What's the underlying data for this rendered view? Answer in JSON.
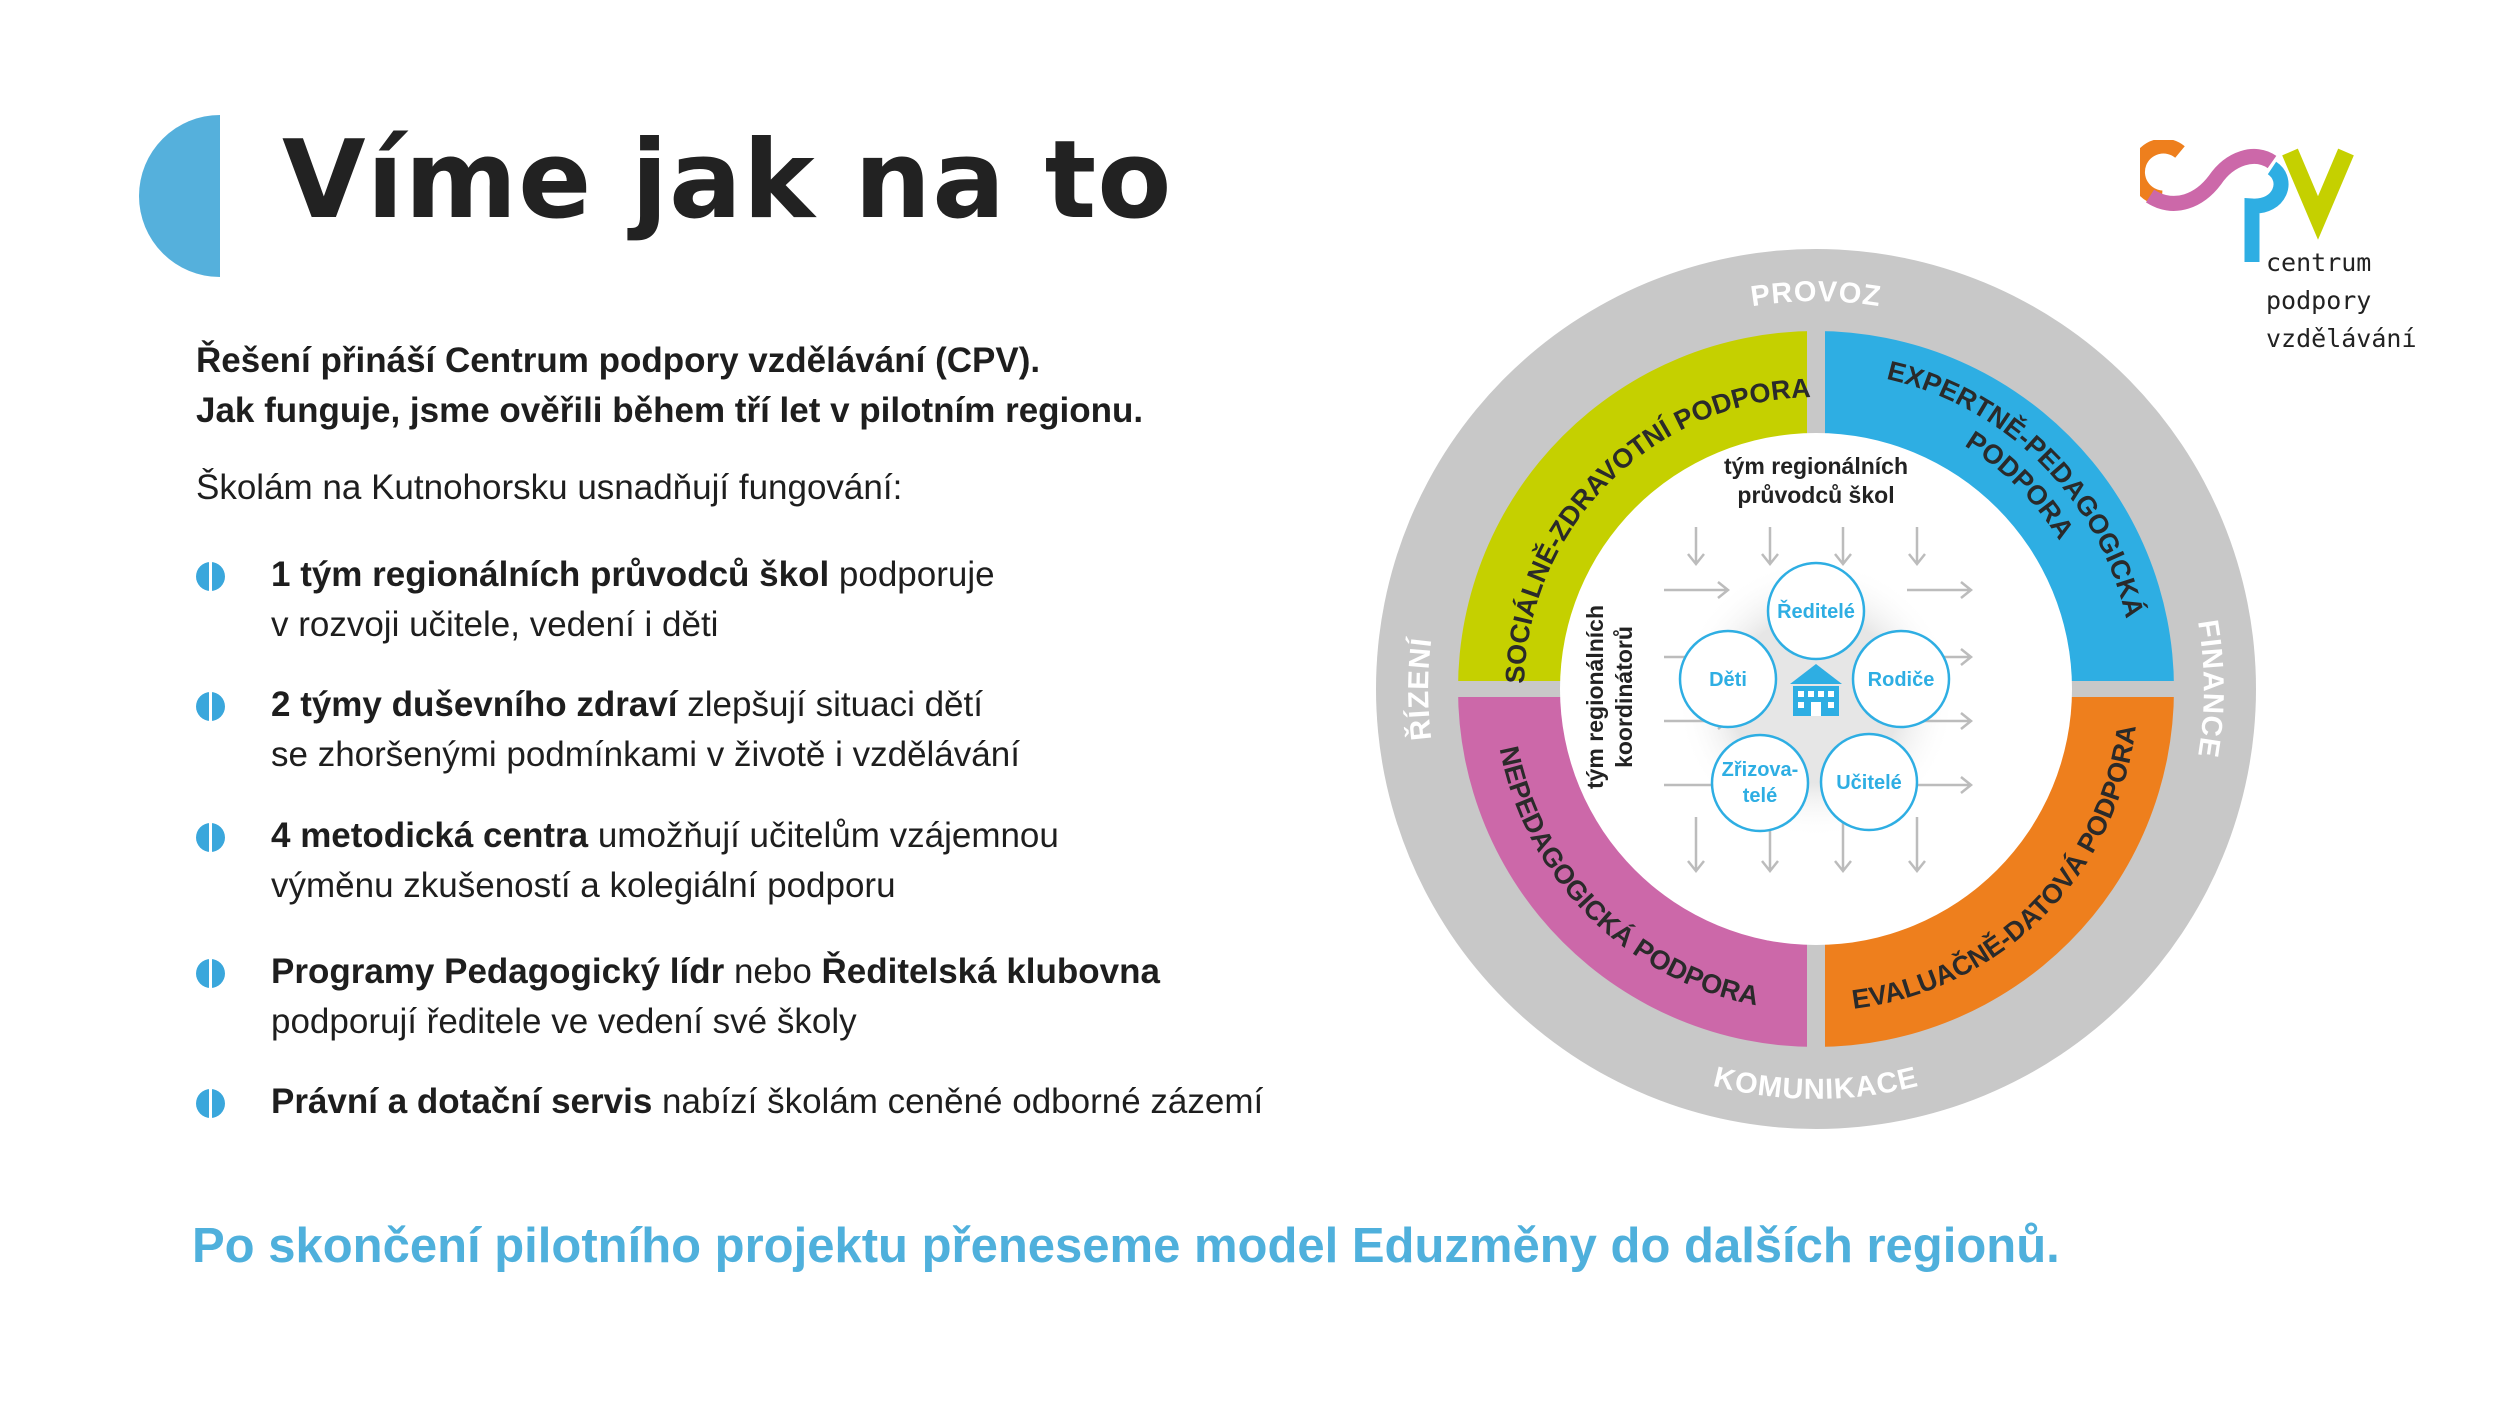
{
  "title": "Víme jak na to",
  "intro": [
    "Řešení přináší Centrum podpory vzdělávání (CPV).",
    "Jak funguje, jsme ověřili během tří let v pilotním regionu."
  ],
  "lead": "Školám na Kutnohorsku usnadňují fungování:",
  "bullets": [
    {
      "bold": "1 tým regionálních průvodců škol",
      "rest": " podporuje",
      "line2": "v rozvoji učitele, vedení i děti"
    },
    {
      "bold": "2 týmy duševního zdraví",
      "rest": " zlepšují situaci dětí",
      "line2": "se zhoršenými podmínkami v životě i vzdělávání"
    },
    {
      "bold": "4 metodická centra",
      "rest": " umožňují učitelům vzájemnou",
      "line2": "výměnu zkušeností a kolegiální podporu"
    },
    {
      "bold": "Programy Pedagogický lídr",
      "rest": " nebo ",
      "bold2": "Ředitelská klubovna",
      "line2": "podporují ředitele ve vedení své školy"
    },
    {
      "bold": "Právní a dotační servis",
      "rest": " nabízí školám ceněné odborné zázemí"
    }
  ],
  "footer": "Po skončení pilotního projektu přeneseme model Eduzměny do dalších regionů.",
  "logo": {
    "mark": "cpv",
    "lines": [
      "centrum",
      "podpory",
      "vzdělávání"
    ]
  },
  "diagram": {
    "outer": {
      "top": "PROVOZ",
      "right": "FINANCE",
      "bottom": "KOMUNIKACE",
      "left": "ŘÍZENÍ"
    },
    "quadrants": {
      "top_left": "SOCIÁLNĚ-ZDRAVOTNÍ PODPORA",
      "top_right_1": "EXPERTNĚ-PEDAGOGICKÁ",
      "top_right_2": "PODPORA",
      "bottom_right": "EVALUAČNĚ-DATOVÁ PODPORA",
      "bottom_left": "NEPEDAGOGICKÁ PODPORA"
    },
    "top_label": [
      "tým regionálních",
      "průvodců škol"
    ],
    "left_label": [
      "tým regionálních",
      "koordinátorů"
    ],
    "nodes": {
      "reditele": "Ředitelé",
      "rodice": "Rodiče",
      "ucitele": "Učitelé",
      "zrizovatele_1": "Zřizova-",
      "zrizovatele_2": "telé",
      "deti": "Děti"
    }
  },
  "colors": {
    "accent": "#55b0dc",
    "green": "#c5d000",
    "blue": "#2eaee3",
    "orange": "#ee7f1d",
    "magenta": "#cc68a9",
    "gray": "#c8c8c8"
  }
}
